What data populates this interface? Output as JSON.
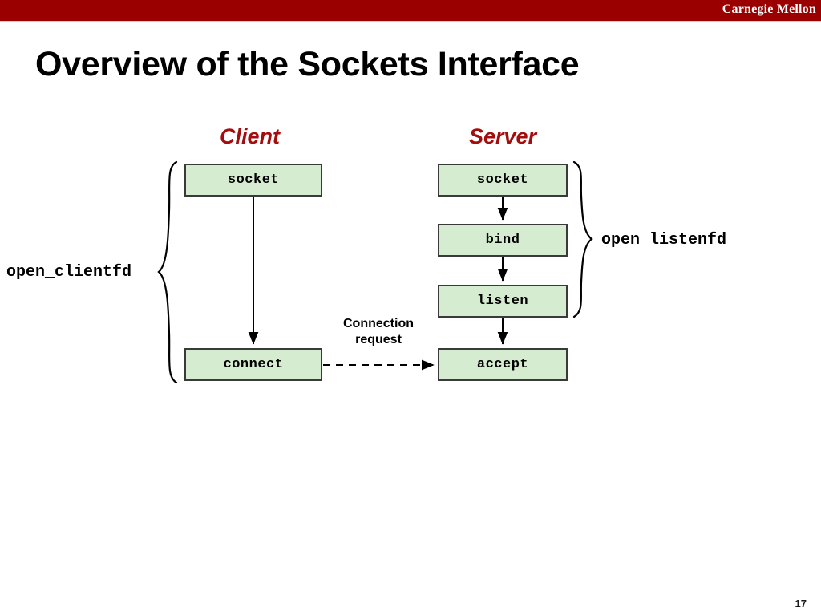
{
  "header": {
    "brand": "Carnegie Mellon",
    "bar_color": "#9b0000"
  },
  "slide": {
    "title": "Overview of the Sockets Interface",
    "page_number": "17"
  },
  "diagram": {
    "type": "flowchart",
    "columns": [
      {
        "id": "client",
        "heading": "Client",
        "heading_color": "#a40d0d"
      },
      {
        "id": "server",
        "heading": "Server",
        "heading_color": "#a40d0d"
      }
    ],
    "node_fill": "#d6ecd0",
    "node_border": "#3a3a3a",
    "client_nodes": [
      {
        "label": "socket"
      },
      {
        "label": "connect"
      }
    ],
    "server_nodes": [
      {
        "label": "socket"
      },
      {
        "label": "bind"
      },
      {
        "label": "listen"
      },
      {
        "label": "accept"
      }
    ],
    "brace_labels": {
      "client": "open_clientfd",
      "server": "open_listenfd"
    },
    "connection_label": {
      "line1": "Connection",
      "line2": "request"
    }
  }
}
